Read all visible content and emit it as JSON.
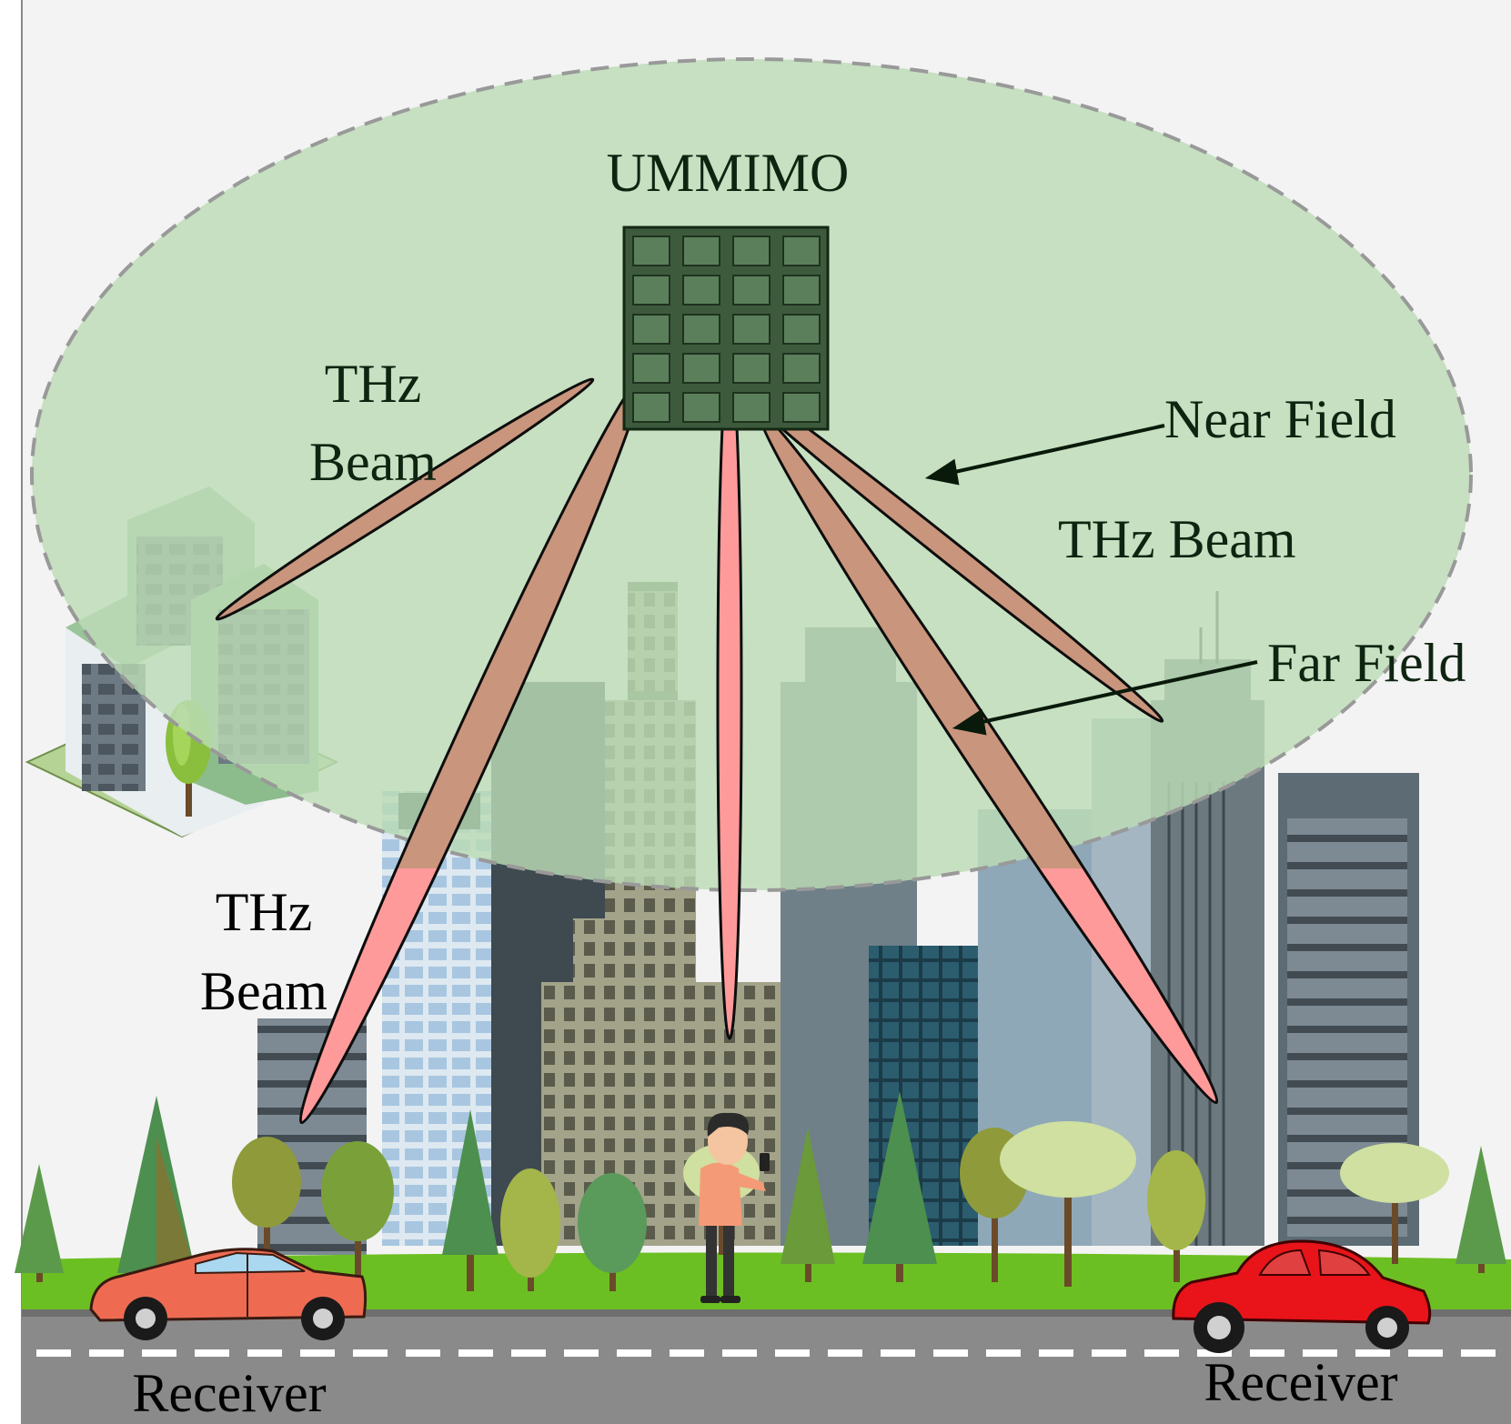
{
  "labels": {
    "ummimo": "UMMIMO",
    "thz": "THz",
    "beam": "Beam",
    "near_field": "Near Field",
    "thz_beam": "THz Beam",
    "far_field": "Far Field",
    "receiver": "Receiver"
  },
  "colors": {
    "sky": "#f3f3f3",
    "near_field_zone": "#bcdcb6",
    "array": "#3d5a3d",
    "array_cell": "#5b7f5b",
    "beam_near": "#c9957c",
    "beam_far": "#ff9a9a",
    "grass": "#6cbf22",
    "road": "#8a8a8a",
    "car_left": "#ee6b52",
    "car_right": "#e8141a",
    "text": "#0f2410"
  },
  "icons": [
    "antenna-array-icon",
    "office-building-icon",
    "tree-icon",
    "person-with-phone-icon",
    "sedan-car-icon",
    "vintage-car-icon"
  ]
}
